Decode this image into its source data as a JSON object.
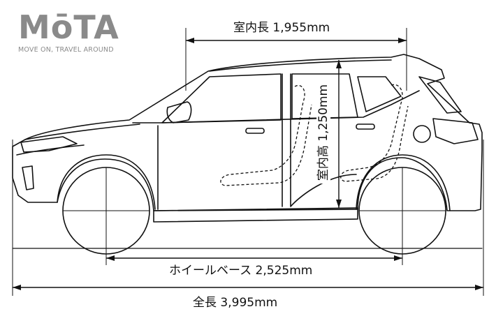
{
  "logo": {
    "wordmark": "MōTA",
    "tagline": "MOVE ON, TRAVEL AROUND",
    "color": "#8a8a8a"
  },
  "dimensions": {
    "interior_length": "室内長 1,955mm",
    "interior_height": "室内高 1,250mm",
    "wheelbase": "ホイールベース 2,525mm",
    "overall_length": "全長 3,995mm"
  },
  "colors": {
    "line": "#111111",
    "background": "#ffffff"
  }
}
